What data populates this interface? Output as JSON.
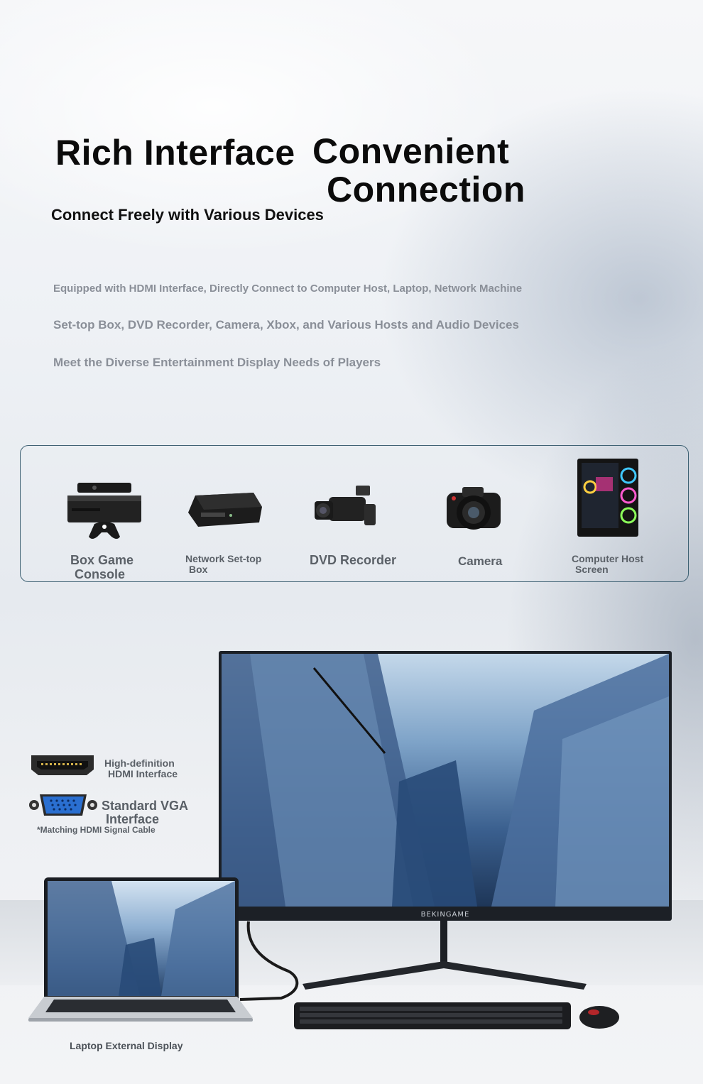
{
  "header": {
    "title_part1": "Rich Interface",
    "title_part2_line1": "Convenient",
    "title_part2_line2": "Connection",
    "subtitle": "Connect Freely with Various Devices"
  },
  "description": [
    "Equipped with HDMI Interface, Directly Connect to Computer Host, Laptop, Network Machine",
    "Set-top Box, DVD Recorder, Camera, Xbox, and Various Hosts and Audio Devices",
    "Meet the Diverse Entertainment Display Needs of Players"
  ],
  "devices": [
    {
      "label_line1": "Box Game",
      "label_line2": "Console",
      "icon": "game-console-icon"
    },
    {
      "label_line1": "Network Set-top",
      "label_line2": "Box",
      "icon": "set-top-box-icon"
    },
    {
      "label_line1": "DVD Recorder",
      "label_line2": "",
      "icon": "camcorder-icon"
    },
    {
      "label_line1": "Camera",
      "label_line2": "",
      "icon": "camera-icon"
    },
    {
      "label_line1": "Computer Host",
      "label_line2": "Screen",
      "icon": "pc-tower-icon"
    }
  ],
  "interfaces": {
    "hdmi_line1": "High-definition",
    "hdmi_line2": "HDMI Interface",
    "vga_line1": "Standard VGA",
    "vga_line2": "Interface",
    "note": "*Matching HDMI Signal Cable"
  },
  "monitor": {
    "brand": "BEKINGAME"
  },
  "laptop_caption": "Laptop External Display",
  "colors": {
    "panel_border": "#3e6173",
    "title": "#0b0b0b",
    "desc_gray": "#8a8f98",
    "label_gray": "#5b6168"
  }
}
